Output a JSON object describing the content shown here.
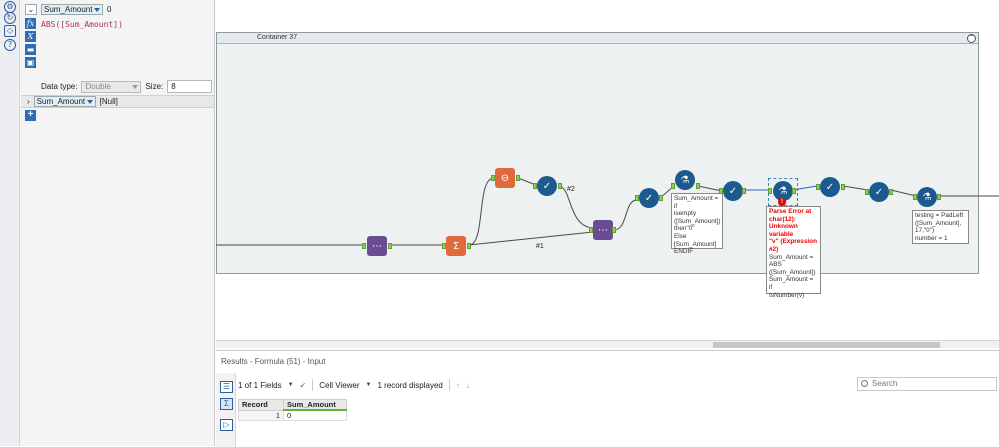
{
  "formula": {
    "expr_row": {
      "field": "Sum_Amount",
      "value": "0"
    },
    "expression": "ABS([Sum_Amount])",
    "data_type_label": "Data type:",
    "data_type": "Double",
    "size_label": "Size:",
    "size_value": "8",
    "expr_row2": {
      "field": "Sum_Amount",
      "value": "[Null]"
    },
    "tool_icons": [
      "fx-icon",
      "x-variable-icon",
      "folder-icon",
      "save-icon"
    ]
  },
  "canvas": {
    "container_title": "Container 37",
    "labels": {
      "hash2": "#2",
      "hash1": "#1"
    },
    "annotations": {
      "formula_1": "Sum_Amount = if\nisempty\n([Sum_Amount])\nthen\"0\"\nElse\n[Sum_Amount]\nENDIF",
      "error_title": "Parse Error at\nchar(12):\nUnknown variable\n\"v\" (Expression\n#2)",
      "formula_2": "Sum_Amount =\nABS\n([Sum_Amount])\nSum_Amount = if\nIsNumber(v)",
      "formula_3": "testing = PadLeft\n([Sum_Amount],\n17,\"0\")\nnumber = 1"
    },
    "error_badge": "!"
  },
  "results": {
    "title": "Results - Formula (51) - Input",
    "fields_text": "1 of 1 Fields",
    "cell_viewer": "Cell Viewer",
    "record_count": "1 record displayed",
    "search_placeholder": "Search",
    "columns": [
      "Record",
      "Sum_Amount"
    ],
    "rows": [
      [
        "1",
        "0"
      ]
    ]
  }
}
